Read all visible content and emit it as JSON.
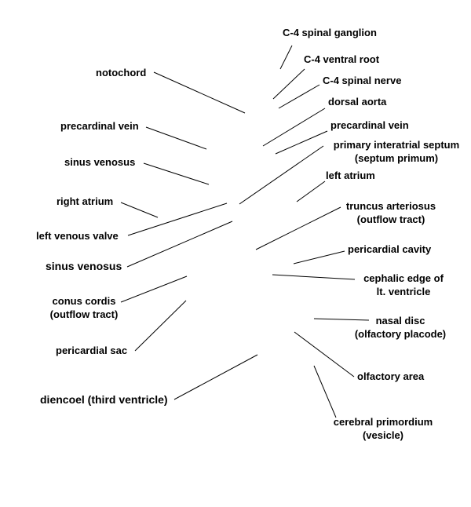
{
  "labels": {
    "c4_spinal_ganglion": "C-4 spinal ganglion",
    "c4_ventral_root": "C-4 ventral root",
    "c4_spinal_nerve": "C-4 spinal nerve",
    "dorsal_aorta": "dorsal aorta",
    "precardinal_vein_right": "precardinal vein",
    "primary_interatrial_septum_1": "primary interatrial septum",
    "primary_interatrial_septum_2": "(septum primum)",
    "left_atrium": "left atrium",
    "truncus_arteriosus_1": "truncus arteriosus",
    "truncus_arteriosus_2": "(outflow tract)",
    "pericardial_cavity": "pericardial cavity",
    "cephalic_edge_1": "cephalic edge of",
    "cephalic_edge_2": "lt. ventricle",
    "nasal_disc_1": "nasal disc",
    "nasal_disc_2": "(olfactory placode)",
    "olfactory_area": "olfactory area",
    "cerebral_primordium_1": "cerebral primordium",
    "cerebral_primordium_2": "(vesicle)",
    "notochord": "notochord",
    "precardinal_vein_left": "precardinal vein",
    "sinus_venosus_upper": "sinus venosus",
    "right_atrium": "right atrium",
    "left_venous_valve": "left venous valve",
    "sinus_venosus_lower": "sinus venosus",
    "conus_cordis_1": "conus cordis",
    "conus_cordis_2": "(outflow tract)",
    "pericardial_sac": "pericardial sac",
    "diencoel": "diencoel (third ventricle)"
  }
}
